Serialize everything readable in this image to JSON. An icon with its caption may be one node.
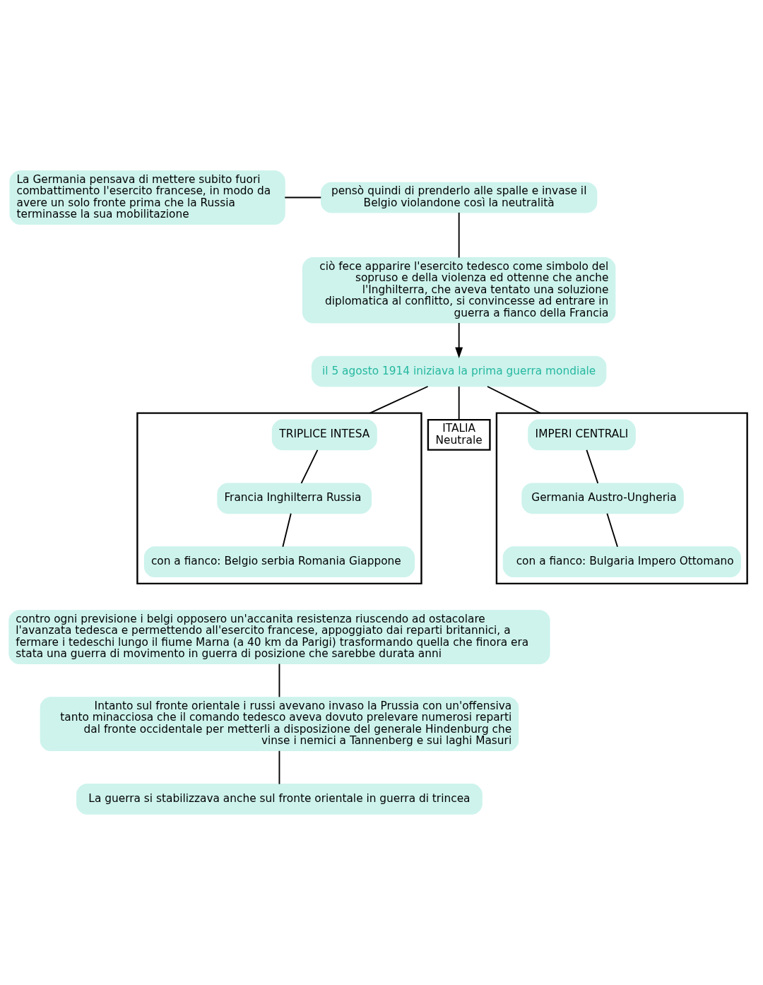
{
  "diagram": {
    "nodes": [
      {
        "text": [
          "La Germania pensava di mettere subito fuori combattimento l'esercito francese, in modo da avere un solo fronte prima che la Russia terminasse la sua mobilitazione"
        ]
      },
      {
        "text": [
          "pensò quindi di prenderlo alle spalle e invase il Belgio violandone così la neutralità"
        ]
      },
      {
        "text": [
          "ciò fece apparire l'esercito tedesco come simbolo del sopruso e della violenza ed ottenne che anche l'Inghilterra, che aveva tentato una soluzione diplomatica al conflitto, si convincesse ad entrare in guerra a fianco della Francia"
        ]
      },
      {
        "text": [
          "il 5 agosto 1914 iniziava la prima guerra mondiale"
        ]
      },
      {
        "text": [],
        "shape": "box"
      },
      {
        "text": [
          "TRIPLICE INTESA"
        ],
        "in": 4
      },
      {
        "text": [
          "Francia Inghilterra Russia"
        ],
        "in": 4
      },
      {
        "text": [
          "con a fianco: Belgio serbia Romania Giappone"
        ],
        "in": 4
      },
      {
        "text": [
          "ITALIA",
          "Neutrale"
        ]
      },
      {
        "text": [],
        "shape": "box"
      },
      {
        "text": [
          "IMPERI CENTRALI"
        ],
        "in": 9
      },
      {
        "text": [
          "Germania Austro-Ungheria"
        ],
        "in": 9
      },
      {
        "text": [
          "con a fianco: Bulgaria Impero Ottomano"
        ],
        "in": 9
      },
      {
        "text": [
          "contro ogni previsione i belgi opposero un'accanita resistenza riuscendo ad ostacolare l'avanzata tedesca e permettendo all'esercito francese, appoggiato dai reparti britannici, a fermare i tedeschi lungo il fiume Marna (a 40 km da Parigi) trasformando quella che finora era stata una guerra di movimento in guerra di posizione che sarebbe durata anni"
        ]
      },
      {
        "text": [
          "Intanto sul fronte orientale i russi avevano invaso la Prussia con un'offensiva tanto minacciosa che il comando tedesco aveva dovuto prelevare numerosi reparti dal fronte occidentale per metterli a disposizione del generale Hindenburg che vinse i nemici a Tannenberg e sui laghi Masuri"
        ]
      },
      {
        "text": [
          "La guerra si stabilizzava anche sul fronte orientale in guerra di trincea"
        ]
      }
    ],
    "edges": [
      {
        "from": 0,
        "to": 1,
        "arrow": "none"
      },
      {
        "from": 1,
        "to": 2,
        "arrow": "none"
      },
      {
        "from": 2,
        "to": 3,
        "arrow": "to"
      },
      {
        "from": 3,
        "to": 4,
        "arrow": "none"
      },
      {
        "from": 3,
        "to": 8,
        "arrow": "none"
      },
      {
        "from": 3,
        "to": 9,
        "arrow": "none"
      },
      {
        "from": 5,
        "to": 6,
        "arrow": "none"
      },
      {
        "from": 6,
        "to": 7,
        "arrow": "none"
      },
      {
        "from": 10,
        "to": 11,
        "arrow": "none"
      },
      {
        "from": 11,
        "to": 12,
        "arrow": "none"
      },
      {
        "from": 13,
        "to": 14,
        "arrow": "none"
      },
      {
        "from": 14,
        "to": 15,
        "arrow": "none"
      }
    ]
  }
}
